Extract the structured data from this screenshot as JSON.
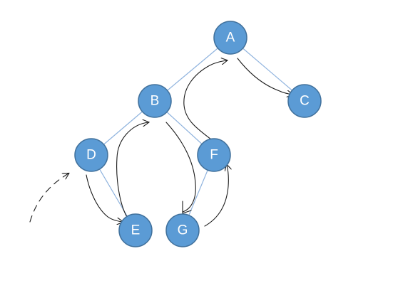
{
  "diagram": {
    "type": "binary-tree-traversal",
    "root": "A",
    "nodes": [
      {
        "id": "A",
        "label": "A"
      },
      {
        "id": "B",
        "label": "B"
      },
      {
        "id": "C",
        "label": "C"
      },
      {
        "id": "D",
        "label": "D"
      },
      {
        "id": "E",
        "label": "E"
      },
      {
        "id": "F",
        "label": "F"
      },
      {
        "id": "G",
        "label": "G"
      }
    ],
    "edges": [
      {
        "from": "A",
        "to": "B"
      },
      {
        "from": "A",
        "to": "C"
      },
      {
        "from": "B",
        "to": "D"
      },
      {
        "from": "B",
        "to": "F"
      },
      {
        "from": "D",
        "to": "E"
      },
      {
        "from": "F",
        "to": "G"
      }
    ],
    "traversal_order": [
      "D",
      "E",
      "B",
      "G",
      "F",
      "A",
      "C"
    ],
    "colors": {
      "node_fill": "#5b9bd5",
      "node_stroke": "#41719c",
      "node_text": "#ffffff",
      "edge": "#8fb3de",
      "traversal_stroke": "#1a1a1a",
      "background": "#ffffff"
    }
  }
}
